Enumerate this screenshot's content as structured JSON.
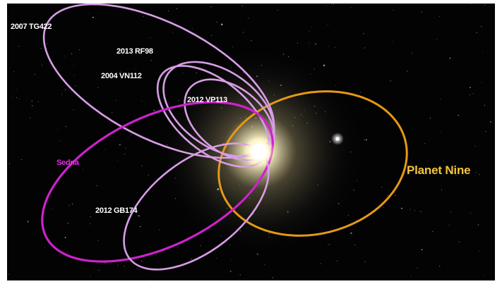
{
  "labels": {
    "tg422": "2007 TG422",
    "rf98": "2013 RF98",
    "vn112": "2004 VN112",
    "vp113": "2012 VP113",
    "sedna": "Sedna",
    "gb174": "2012 GB174",
    "planet_nine": "Planet Nine"
  },
  "colors": {
    "background": "#030304",
    "orbit_lilac": "#d89ee6",
    "orbit_magenta": "#cc22cc",
    "orbit_planet_nine": "#e59a14",
    "planet_nine_label": "#f2c63a",
    "sun": "#fffbe0",
    "star": "#ffffff"
  }
}
